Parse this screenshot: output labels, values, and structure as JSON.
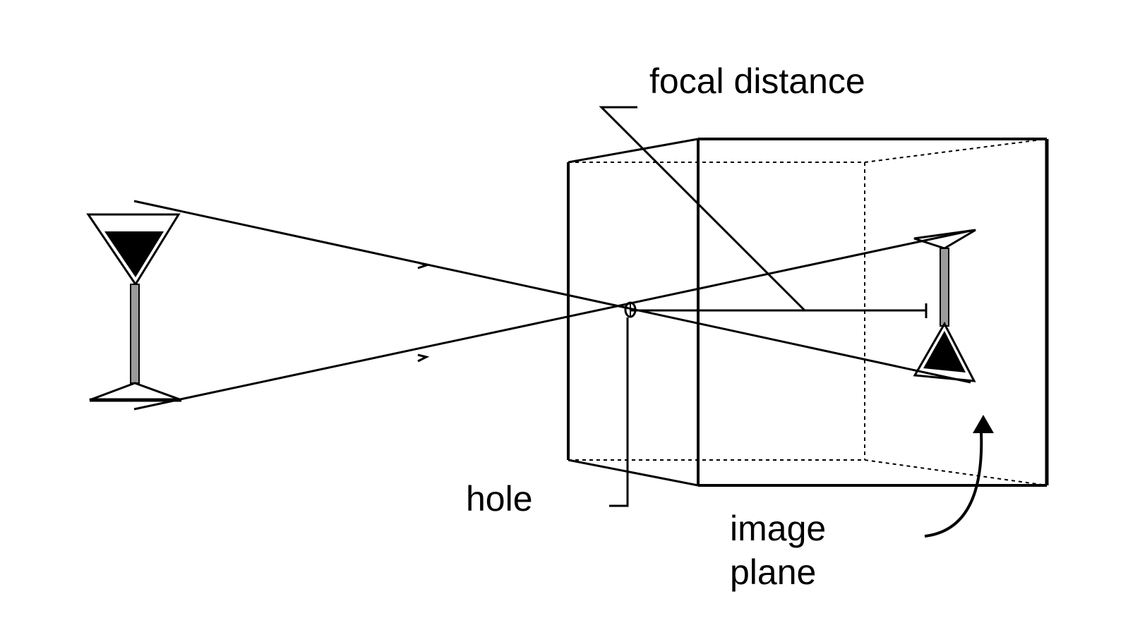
{
  "labels": {
    "focal_distance": "focal distance",
    "hole": "hole",
    "image_plane_line1": "image",
    "image_plane_line2": "plane"
  },
  "colors": {
    "ink": "#000000",
    "stem_gray": "#9a9a9a",
    "background": "#ffffff"
  }
}
